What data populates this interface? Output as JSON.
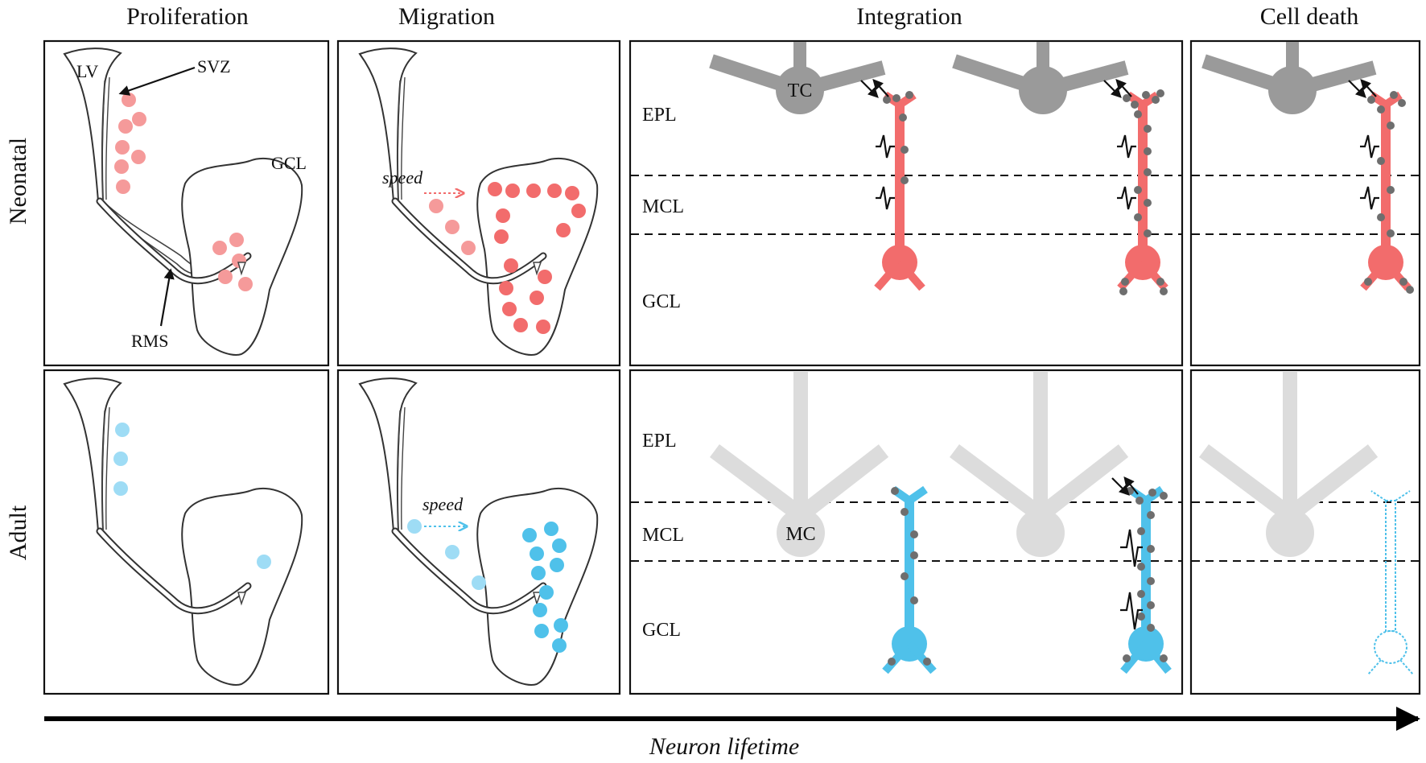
{
  "columns": {
    "proliferation": "Proliferation",
    "migration": "Migration",
    "integration": "Integration",
    "cell_death": "Cell death"
  },
  "rows": {
    "neonatal": "Neonatal",
    "adult": "Adult"
  },
  "anatomy": {
    "lv": "LV",
    "svz": "SVZ",
    "gcl": "GCL",
    "rms": "RMS"
  },
  "migration_label": "speed",
  "layers": {
    "epl": "EPL",
    "mcl": "MCL",
    "gcl": "GCL"
  },
  "cells": {
    "tc": "TC",
    "mc": "MC"
  },
  "axis_label": "Neuron lifetime",
  "colors": {
    "neonatal": "#f26c6c",
    "neonatal_light": "#f59a9a",
    "adult": "#4fc1ea",
    "adult_light": "#9edcf5",
    "tufted_cell": "#9a9a9a",
    "mitral_cell": "#dcdcdc",
    "spine": "#6e6e6e"
  }
}
